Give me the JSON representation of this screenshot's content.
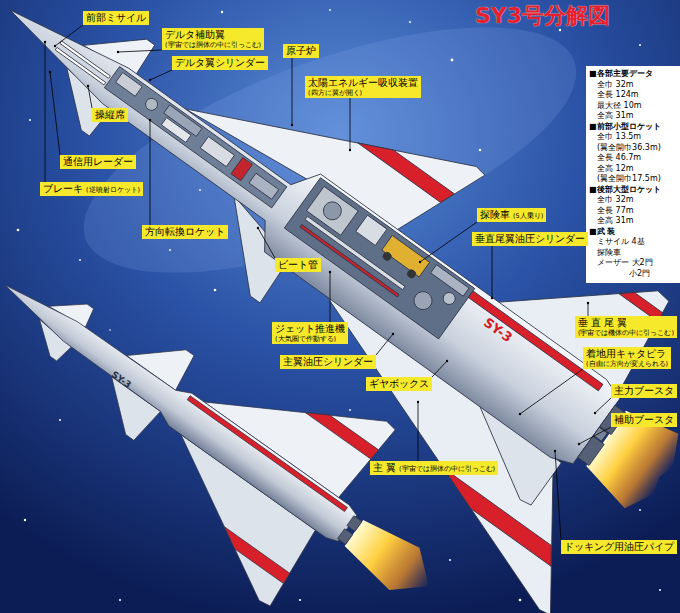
{
  "diagram": {
    "title": "SY3号分解図",
    "nodes": [
      {
        "text": [
          "前部ミサイル"
        ]
      },
      {
        "text": [
          "デルタ補助翼",
          "(宇宙では胴体の中に引っこむ)"
        ]
      },
      {
        "text": [
          "デルタ翼シリンダー"
        ]
      },
      {
        "text": [
          "原子炉"
        ]
      },
      {
        "text": [
          "■各部主要データ",
          "全巾 32m",
          "全長 124m",
          "最大径 10m",
          "全高 31m",
          "■前部小型ロケット",
          "全巾 13.5m",
          "(翼全開巾36.3m)",
          "全長 46.7m",
          "全高 12m",
          "(翼全開巾17.5m)",
          "■後部大型ロケット",
          "全巾 32m",
          "全長 77m",
          "全高 31m",
          "■武 装",
          "ミサイル 4基",
          "探険車",
          "メーザー 大2門",
          "小2門"
        ]
      },
      {
        "text": [
          "太陽エネルギー吸収装置",
          "(四方に翼が開く)"
        ]
      },
      {
        "text": [
          "操縦席"
        ]
      },
      {
        "text": [
          "通信用レーダー"
        ]
      },
      {
        "text": [
          "ブレーキ",
          "(逆噴射ロケット)"
        ]
      },
      {
        "text": [
          "探険車",
          "(5人乗り)"
        ]
      },
      {
        "text": [
          "方向転換ロケット"
        ]
      },
      {
        "text": [
          "垂直尾翼油圧シリンダー"
        ]
      },
      {
        "text": [
          "ビート管"
        ]
      },
      {
        "text": [
          "垂 直 尾 翼",
          "(宇宙では機体の中に引っこむ)"
        ]
      },
      {
        "text": [
          "ジェット推進機",
          "(大気圏で作動する)"
        ]
      },
      {
        "text": [
          "着地用キャタピラ",
          "(自由に方向が変えられる)"
        ]
      },
      {
        "text": [
          "主翼油圧シリンダー"
        ]
      },
      {
        "text": [
          "ギヤボックス"
        ]
      },
      {
        "text": [
          "主力ブースタ"
        ]
      },
      {
        "text": [
          "補助ブースタ"
        ]
      },
      {
        "text": [
          "主 翼",
          "(宇宙では胴体の中に引っこむ)"
        ]
      },
      {
        "text": [
          "ドッキング用油圧パイプ"
        ]
      }
    ],
    "labels": [
      "SY-3",
      "SY-3"
    ]
  }
}
